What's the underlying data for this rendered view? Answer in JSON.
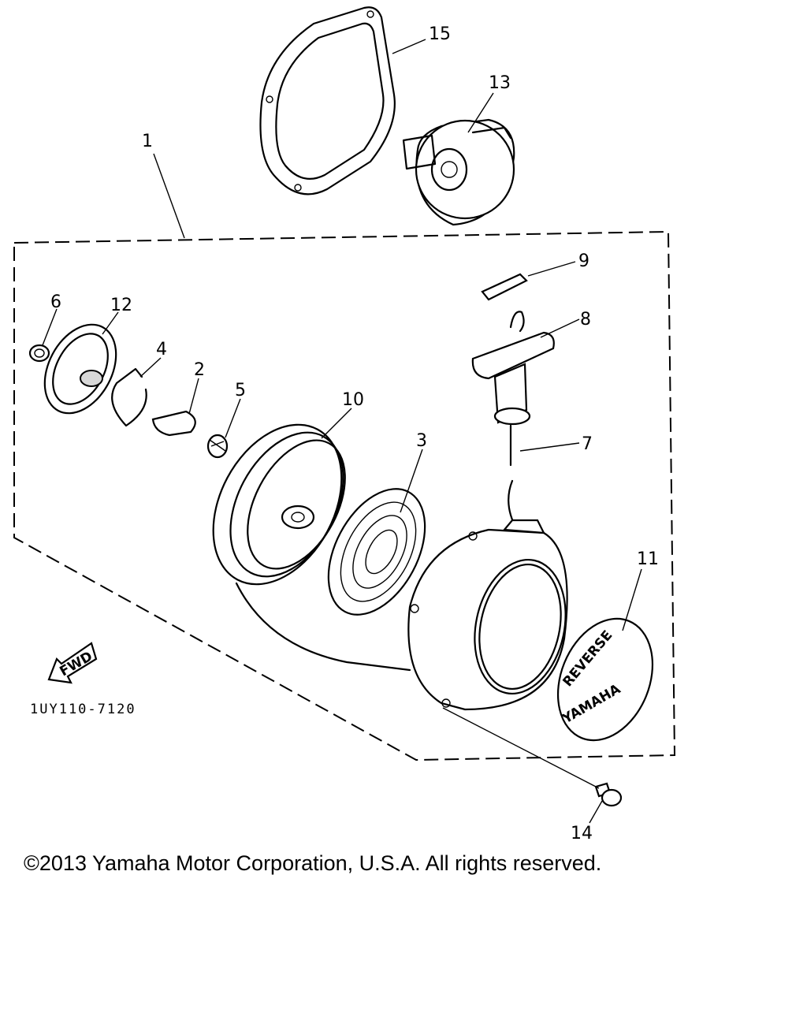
{
  "callouts": {
    "c1": "1",
    "c2": "2",
    "c3": "3",
    "c4": "4",
    "c5": "5",
    "c6": "6",
    "c7": "7",
    "c8": "8",
    "c9": "9",
    "c10": "10",
    "c11": "11",
    "c12": "12",
    "c13": "13",
    "c14": "14",
    "c15": "15"
  },
  "fwd_label": "FWD",
  "drawing_code": "1UY110-7120",
  "cover_text_top": "REVERSE",
  "cover_text_bottom": "YAMAHA",
  "copyright": "©2013 Yamaha Motor Corporation, U.S.A. All rights reserved."
}
